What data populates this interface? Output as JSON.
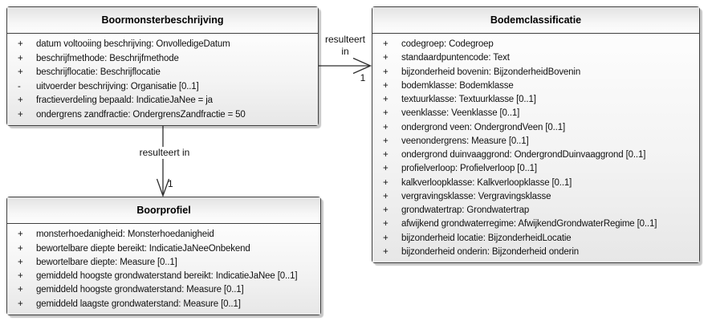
{
  "diagram": {
    "classes": {
      "boormonsterbeschrijving": {
        "title": "Boormonsterbeschrijving",
        "attributes": [
          {
            "vis": "+",
            "text": "datum voltooiing beschrijving: OnvolledigeDatum"
          },
          {
            "vis": "+",
            "text": "beschrijfmethode: Beschrijfmethode"
          },
          {
            "vis": "+",
            "text": "beschrijflocatie: Beschrijflocatie"
          },
          {
            "vis": "-",
            "text": "uitvoerder beschrijving: Organisatie [0..1]"
          },
          {
            "vis": "+",
            "text": "fractieverdeling bepaald: IndicatieJaNee = ja"
          },
          {
            "vis": "+",
            "text": "ondergrens zandfractie: OndergrensZandfractie = 50"
          }
        ]
      },
      "bodemclassificatie": {
        "title": "Bodemclassificatie",
        "attributes": [
          {
            "vis": "+",
            "text": "codegroep: Codegroep"
          },
          {
            "vis": "+",
            "text": "standaardpuntencode: Text"
          },
          {
            "vis": "+",
            "text": "bijzonderheid bovenin: BijzonderheidBovenin"
          },
          {
            "vis": "+",
            "text": "bodemklasse: Bodemklasse"
          },
          {
            "vis": "+",
            "text": "textuurklasse: Textuurklasse [0..1]"
          },
          {
            "vis": "+",
            "text": "veenklasse: Veenklasse [0..1]"
          },
          {
            "vis": "+",
            "text": "ondergrond veen: OndergrondVeen [0..1]"
          },
          {
            "vis": "+",
            "text": "veenondergrens: Measure [0..1]"
          },
          {
            "vis": "+",
            "text": "ondergrond duinvaaggrond: OndergrondDuinvaaggrond [0..1]"
          },
          {
            "vis": "+",
            "text": "profielverloop: Profielverloop [0..1]"
          },
          {
            "vis": "+",
            "text": "kalkverloopklasse: Kalkverloopklasse [0..1]"
          },
          {
            "vis": "+",
            "text": "vergravingsklasse: Vergravingsklasse"
          },
          {
            "vis": "+",
            "text": "grondwatertrap: Grondwatertrap"
          },
          {
            "vis": "+",
            "text": "afwijkend grondwaterregime: AfwijkendGrondwaterRegime [0..1]"
          },
          {
            "vis": "+",
            "text": "bijzonderheid locatie: BijzonderheidLocatie"
          },
          {
            "vis": "+",
            "text": "bijzonderheid onderin: Bijzonderheid onderin"
          }
        ]
      },
      "boorprofiel": {
        "title": "Boorprofiel",
        "attributes": [
          {
            "vis": "+",
            "text": "monsterhoedanigheid: Monsterhoedanigheid"
          },
          {
            "vis": "+",
            "text": "bewortelbare diepte bereikt: IndicatieJaNeeOnbekend"
          },
          {
            "vis": "+",
            "text": "bewortelbare diepte: Measure [0..1]"
          },
          {
            "vis": "+",
            "text": "gemiddeld hoogste grondwaterstand bereikt: IndicatieJaNee [0..1]"
          },
          {
            "vis": "+",
            "text": "gemiddeld hoogste grondwaterstand: Measure [0..1]"
          },
          {
            "vis": "+",
            "text": "gemiddeld laagste grondwaterstand: Measure [0..1]"
          }
        ]
      }
    },
    "connectors": {
      "to_bodemclassificatie": {
        "label_line1": "resulteert",
        "label_line2": "in",
        "multiplicity": "1"
      },
      "to_boorprofiel": {
        "label": "resulteert in",
        "multiplicity": "1"
      }
    },
    "colors": {
      "box_border": "#3f3f3f",
      "box_fill_top": "#e2e2e2",
      "box_fill_bottom": "#e7e7e7",
      "line": "#2e2e2e",
      "background": "#ffffff"
    }
  }
}
